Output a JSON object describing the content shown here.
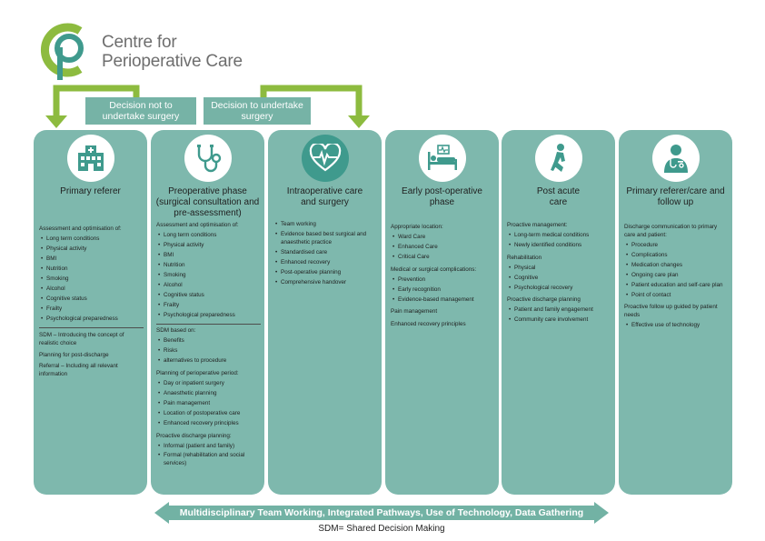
{
  "logo": {
    "line1": "Centre for",
    "line2": "Perioperative Care"
  },
  "decisions": {
    "not_undertake": "Decision not to undertake surgery",
    "undertake": "Decision to undertake surgery"
  },
  "colors": {
    "column_fill": "#7eb8ad",
    "arrow_green": "#8dbb3f",
    "icon_teal": "#3f9a8d",
    "bottom_arrow": "#72b2a4"
  },
  "columns": [
    {
      "icon": "hospital-icon",
      "title": "Primary referer",
      "sections": [
        {
          "heading": "Assessment and optimisation of:",
          "items": [
            "Long term conditions",
            "Physical activity",
            "BMI",
            "Nutrition",
            "Smoking",
            "Alcohol",
            "Cognitive status",
            "Frailty",
            "Psychological preparedness"
          ]
        }
      ],
      "paragraphs": [
        "SDM – Introducing the concept of realistic choice",
        "Planning for post-discharge",
        "Referral – Including all relevant information"
      ]
    },
    {
      "icon": "stethoscope-icon",
      "title": "Preoperative phase (surgical consultation and pre-assessment)",
      "sections": [
        {
          "heading": "Assessment and optimisation of:",
          "items": [
            "Long term conditions",
            "Physical activity",
            "BMI",
            "Nutrition",
            "Smoking",
            "Alcohol",
            "Cognitive status",
            "Frailty",
            "Psychological preparedness"
          ]
        },
        {
          "heading": "SDM based on:",
          "items": [
            "Benefits",
            "Risks",
            "alternatives to procedure"
          ]
        },
        {
          "heading": "Planning of perioperative period:",
          "items": [
            "Day or inpatient surgery",
            "Anaesthetic planning",
            "Pain management",
            "Location of postoperative care",
            "Enhanced recovery principles"
          ]
        },
        {
          "heading": "Proactive discharge planning:",
          "items": [
            "Informal (patient and family)",
            "Formal (rehabilitation and social services)"
          ]
        }
      ]
    },
    {
      "icon": "heartbeat-icon",
      "title": "Intraoperative care and surgery",
      "sections": [
        {
          "heading": "",
          "items": [
            "Team working",
            "Evidence based best surgical and anaesthetic practice",
            "Standardised care",
            "Enhanced recovery",
            "Post-operative planning",
            "Comprehensive handover"
          ]
        }
      ]
    },
    {
      "icon": "hospital-bed-icon",
      "title": "Early post-operative phase",
      "sections": [
        {
          "heading": "Appropriate location:",
          "items": [
            "Ward Care",
            "Enhanced Care",
            "Critical Care"
          ]
        },
        {
          "heading": "Medical or surgical complications:",
          "items": [
            "Prevention",
            "Early recognition",
            "Evidence-based management"
          ]
        },
        {
          "heading": "Pain management",
          "items": []
        },
        {
          "heading": "Enhanced recovery principles",
          "items": []
        }
      ]
    },
    {
      "icon": "walking-person-icon",
      "title": "Post acute care",
      "sections": [
        {
          "heading": "Proactive management:",
          "items": [
            "Long-term medical conditions",
            "Newly identified conditions"
          ]
        },
        {
          "heading": "Rehabilitation",
          "items": [
            "Physical",
            "Cognitive",
            "Psychological recovery"
          ]
        },
        {
          "heading": "Proactive discharge planning",
          "items": [
            "Patient and family engagement",
            "Community care involvement"
          ]
        }
      ]
    },
    {
      "icon": "doctor-icon",
      "title": "Primary referer/care and follow up",
      "sections": [
        {
          "heading": "Discharge communication to primary care and patient:",
          "items": [
            "Procedure",
            "Complications",
            "Medication changes",
            "Ongoing care plan",
            "Patient education and self-care plan",
            "Point of contact"
          ]
        },
        {
          "heading": "Proactive follow up guided by patient needs",
          "items": [
            "Effective use of technology"
          ]
        }
      ]
    }
  ],
  "bottom_arrow": {
    "label": "Multidisciplinary Team Working, Integrated Pathways, Use of Technology, Data Gathering"
  },
  "footnote": "SDM= Shared Decision Making"
}
